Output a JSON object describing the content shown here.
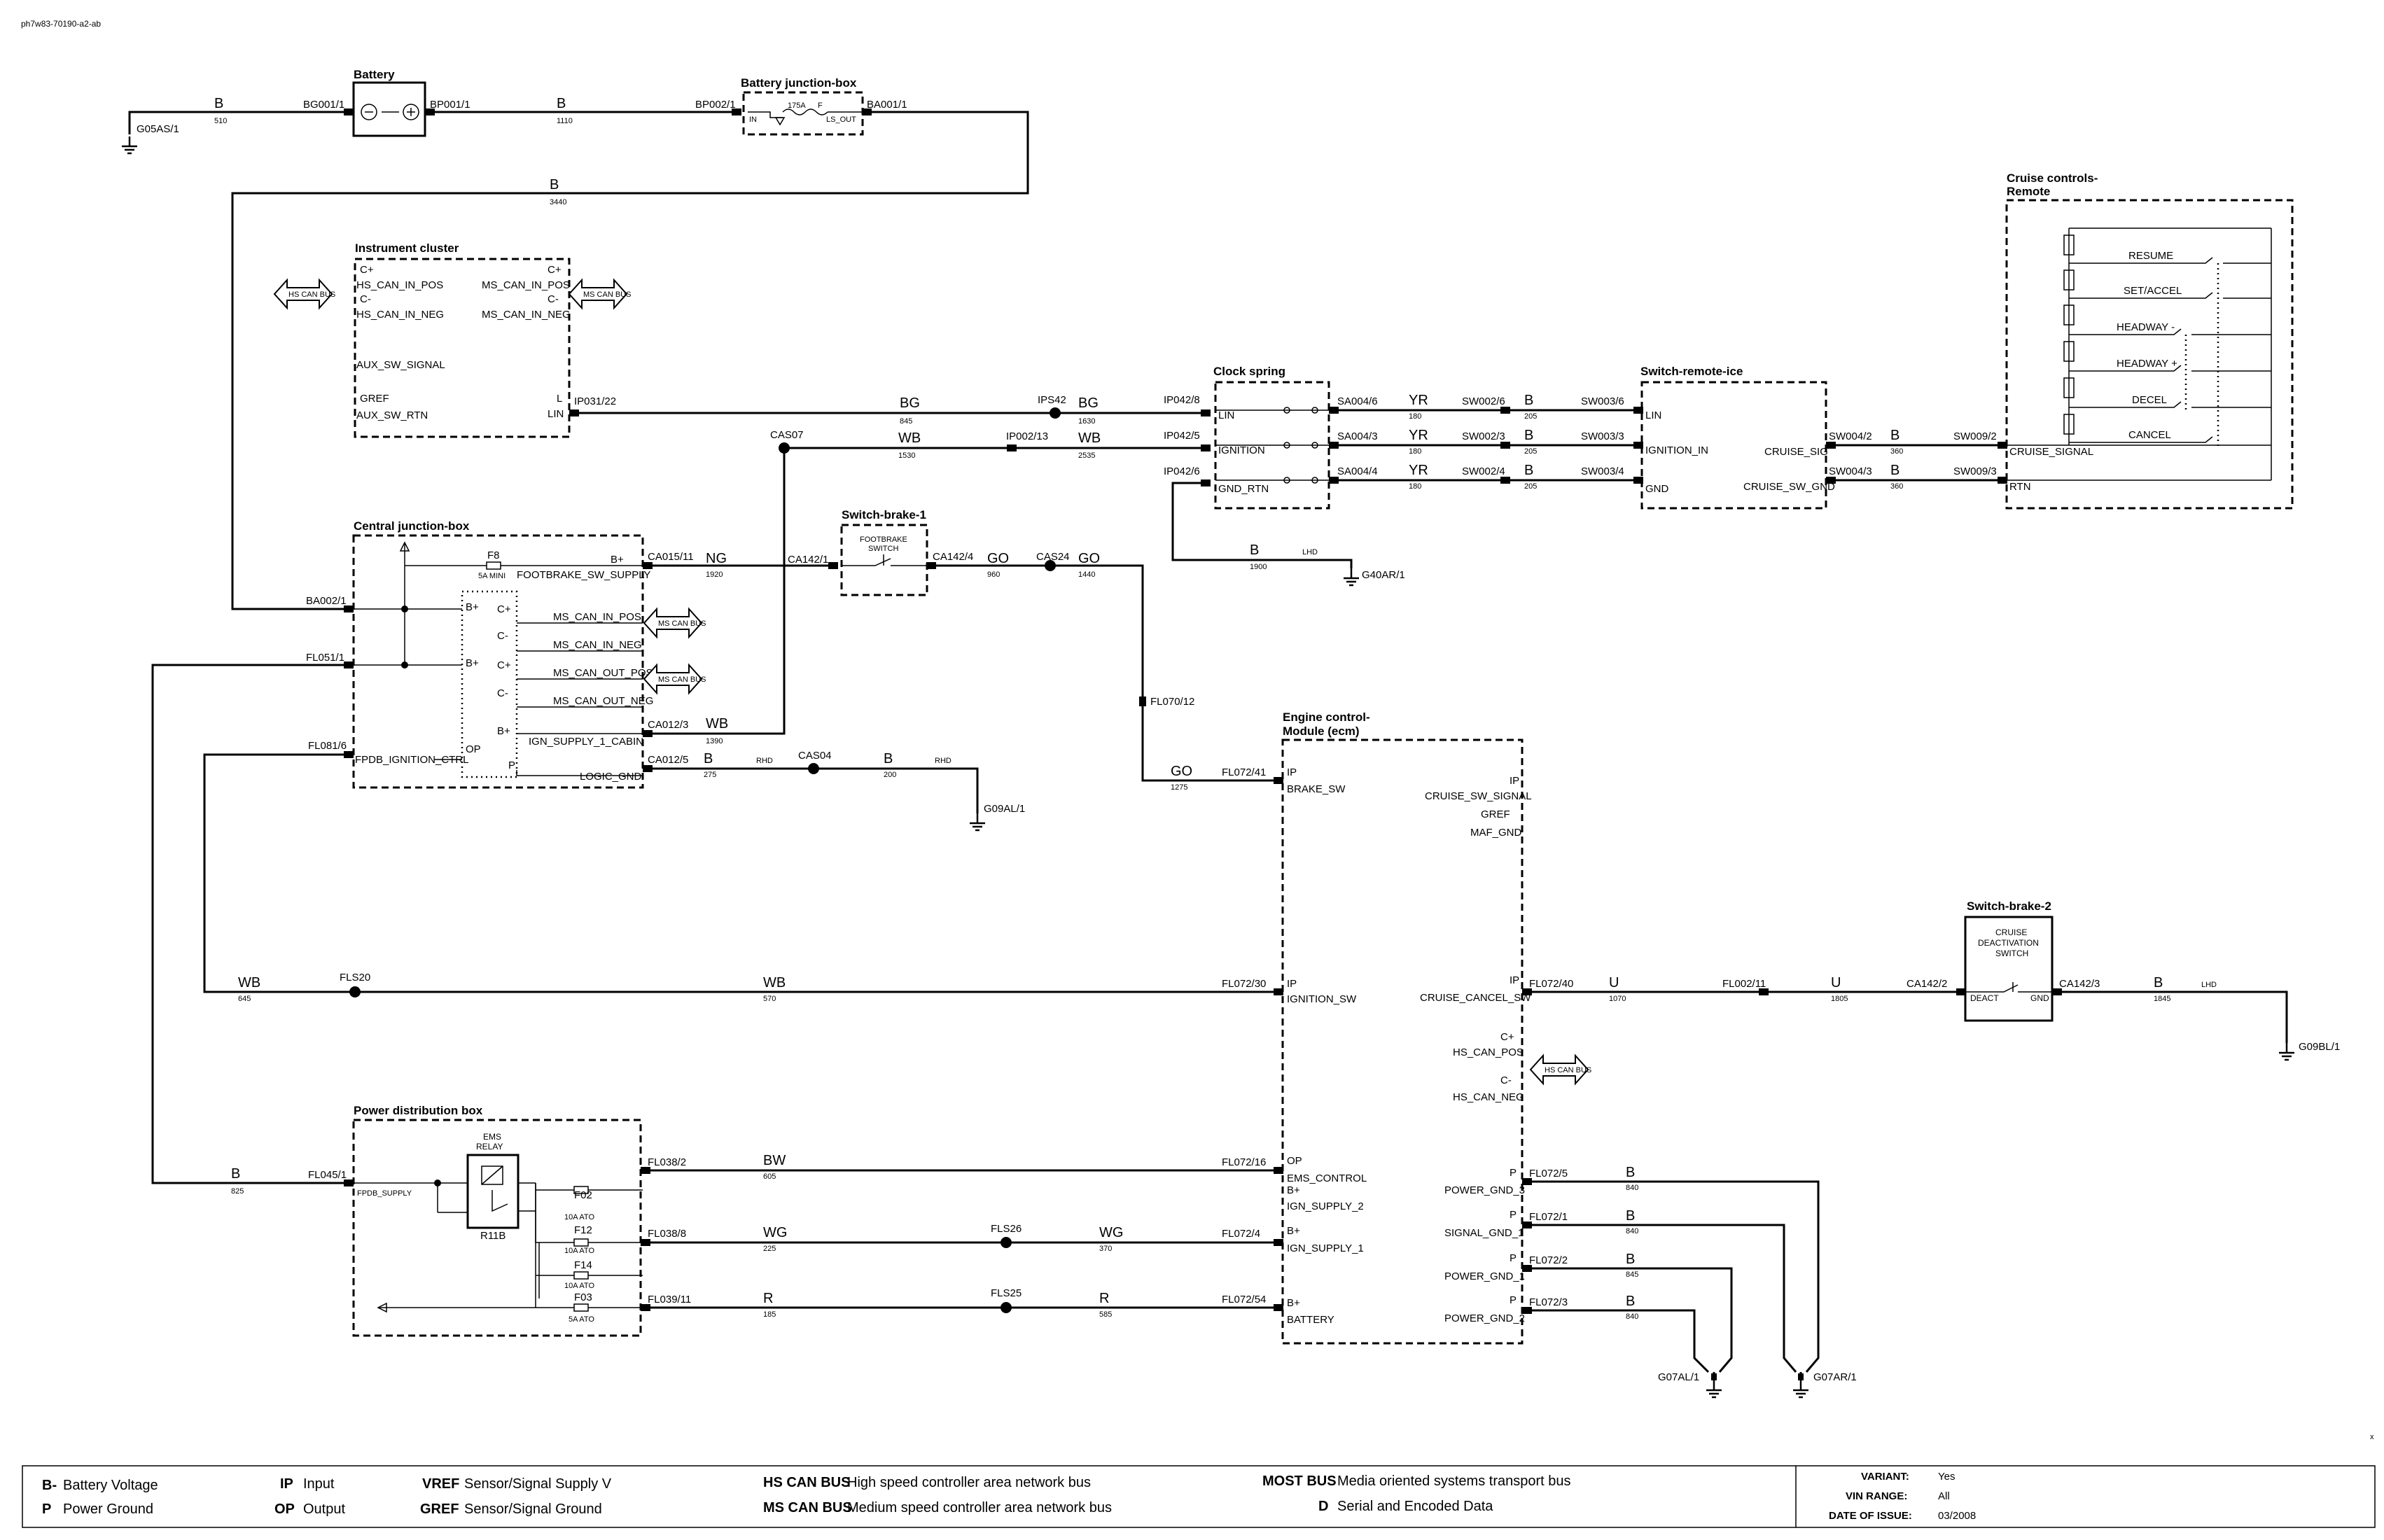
{
  "doc_id": "ph7w83-70190-a2-ab",
  "components": {
    "battery": "Battery",
    "battery_jbox": "Battery junction-box",
    "instrument_cluster": "Instrument cluster",
    "clock_spring": "Clock spring",
    "switch_remote_ice": "Switch-remote-ice",
    "cruise_remote": [
      "Cruise controls-",
      "Remote"
    ],
    "central_jbox": "Central junction-box",
    "switch_brake_1": "Switch-brake-1",
    "footbrake_switch": [
      "FOOTBRAKE",
      "SWITCH"
    ],
    "ecm": [
      "Engine control-",
      "Module (ecm)"
    ],
    "switch_brake_2": "Switch-brake-2",
    "cruise_deact_switch": [
      "CRUISE",
      "DEACTIVATION",
      "SWITCH"
    ],
    "power_dist_box": "Power distribution box",
    "ems_relay": [
      "EMS",
      "RELAY"
    ],
    "relay_id": "R11B"
  },
  "bus_arrows": {
    "hs": "HS CAN BUS",
    "ms": "MS CAN BUS"
  },
  "fuses": {
    "f8": "F8",
    "f8_rating": "5A MINI",
    "fusible_175": "175A",
    "fusible_f": "F",
    "fusible_in": "IN",
    "fusible_out": "LS_OUT",
    "f02": "F02",
    "f12": "F12",
    "f14": "F14",
    "f03": "F03",
    "r10a": "10A ATO",
    "r5a": "5A ATO"
  },
  "connectors": {
    "bg001_1": "BG001/1",
    "bp001_1": "BP001/1",
    "bp002_1": "BP002/1",
    "ba001_1": "BA001/1",
    "g05as_1": "G05AS/1",
    "ip031_22": "IP031/22",
    "ips42": "IPS42",
    "ip042_8": "IP042/8",
    "ip002_13": "IP002/13",
    "ip042_5": "IP042/5",
    "ip042_6": "IP042/6",
    "cas07": "CAS07",
    "sa004_6": "SA004/6",
    "sa004_3": "SA004/3",
    "sa004_4": "SA004/4",
    "sw002_6": "SW002/6",
    "sw002_3": "SW002/3",
    "sw002_4": "SW002/4",
    "sw003_6": "SW003/6",
    "sw003_3": "SW003/3",
    "sw003_4": "SW003/4",
    "sw004_2": "SW004/2",
    "sw004_3": "SW004/3",
    "sw009_2": "SW009/2",
    "sw009_3": "SW009/3",
    "g40ar_1": "G40AR/1",
    "ba002_1": "BA002/1",
    "fl051_1": "FL051/1",
    "fl081_6": "FL081/6",
    "ca015_11": "CA015/11",
    "ca142_1": "CA142/1",
    "ca142_4": "CA142/4",
    "cas24": "CAS24",
    "ca012_3": "CA012/3",
    "ca012_5": "CA012/5",
    "cas04": "CAS04",
    "g09al_1": "G09AL/1",
    "fl070_12": "FL070/12",
    "fl072_41": "FL072/41",
    "fls20": "FLS20",
    "fl072_30": "FL072/30",
    "fl072_40": "FL072/40",
    "fl002_11": "FL002/11",
    "ca142_2": "CA142/2",
    "ca142_3": "CA142/3",
    "g09bl_1": "G09BL/1",
    "fl045_1": "FL045/1",
    "fl038_2": "FL038/2",
    "fl038_8": "FL038/8",
    "fl039_11": "FL039/11",
    "fls26": "FLS26",
    "fls25": "FLS25",
    "fl072_16": "FL072/16",
    "fl072_4": "FL072/4",
    "fl072_54": "FL072/54",
    "fl072_5": "FL072/5",
    "fl072_1": "FL072/1",
    "fl072_2": "FL072/2",
    "fl072_3": "FL072/3",
    "g07al_1": "G07AL/1",
    "g07ar_1": "G07AR/1"
  },
  "wire_colors": {
    "b": "B",
    "bg": "BG",
    "wb": "WB",
    "yr": "YR",
    "ng": "NG",
    "go": "GO",
    "u": "U",
    "bw": "BW",
    "wg": "WG",
    "r": "R"
  },
  "circuits": {
    "c510": "510",
    "c1110": "1110",
    "c3440": "3440",
    "c845": "845",
    "c1630": "1630",
    "c1530": "1530",
    "c2535": "2535",
    "c180": "180",
    "c205": "205",
    "c360": "360",
    "c1900": "1900",
    "c1920": "1920",
    "c960": "960",
    "c1440": "1440",
    "c1390": "1390",
    "c275": "275",
    "c200": "200",
    "c1275": "1275",
    "c645": "645",
    "c570": "570",
    "c1070": "1070",
    "c1805": "1805",
    "c1845": "1845",
    "c825": "825",
    "c605": "605",
    "c225": "225",
    "c370": "370",
    "c185": "185",
    "c585": "585",
    "c840": "840"
  },
  "markets": {
    "lhd": "LHD",
    "rhd": "RHD"
  },
  "pins": {
    "c_plus": "C+",
    "c_minus": "C-",
    "b_plus": "B+",
    "op": "OP",
    "ip": "IP",
    "p": "P",
    "l": "L",
    "hs_can_in_pos": "HS_CAN_IN_POS",
    "hs_can_in_neg": "HS_CAN_IN_NEG",
    "ms_can_in_pos": "MS_CAN_IN_POS",
    "ms_can_in_neg": "MS_CAN_IN_NEG",
    "ms_can_out_pos": "MS_CAN_OUT_POS",
    "ms_can_out_neg": "MS_CAN_OUT_NEG",
    "aux_sw_signal": "AUX_SW_SIGNAL",
    "gref": "GREF",
    "aux_sw_rtn": "AUX_SW_RTN",
    "lin": "LIN",
    "ignition": "IGNITION",
    "gnd_rtn": "GND_RTN",
    "ignition_in": "IGNITION_IN",
    "gnd": "GND",
    "cruise_sig": "CRUISE_SIG",
    "cruise_sw_gnd": "CRUISE_SW_GND",
    "cruise_signal": "CRUISE_SIGNAL",
    "rtn": "RTN",
    "resume": "RESUME",
    "set_accel": "SET/ACCEL",
    "headway_minus": "HEADWAY -",
    "headway_plus": "HEADWAY +",
    "decel": "DECEL",
    "cancel": "CANCEL",
    "footbrake_sw_supply": "FOOTBRAKE_SW_SUPPLY",
    "ign_supply_1_cabin": "IGN_SUPPLY_1_CABIN",
    "logic_gnd": "LOGIC_GND",
    "fpdb_ignition_ctrl": "FPDB_IGNITION_CTRL",
    "brake_sw": "BRAKE_SW",
    "cruise_sw_signal": "CRUISE_SW_SIGNAL",
    "maf_gnd": "MAF_GND",
    "ignition_sw": "IGNITION_SW",
    "cruise_cancel_sw": "CRUISE_CANCEL_SW",
    "hs_can_pos": "HS_CAN_POS",
    "hs_can_neg": "HS_CAN_NEG",
    "ems_control": "EMS_CONTROL",
    "ign_supply_2": "IGN_SUPPLY_2",
    "ign_supply_1": "IGN_SUPPLY_1",
    "battery": "BATTERY",
    "power_gnd_3": "POWER_GND_3",
    "signal_gnd_1": "SIGNAL_GND_1",
    "power_gnd_1": "POWER_GND_1",
    "power_gnd_2": "POWER_GND_2",
    "deact": "DEACT",
    "fpdb_supply": "FPDB_SUPPLY"
  },
  "legend": {
    "b_minus": "B-",
    "battery_voltage": "Battery Voltage",
    "p": "P",
    "power_ground": "Power Ground",
    "ip": "IP",
    "input": "Input",
    "op": "OP",
    "output": "Output",
    "vref": "VREF",
    "sensor_signal_supply": "Sensor/Signal Supply V",
    "gref": "GREF",
    "sensor_signal_ground": "Sensor/Signal Ground",
    "hs_can_bus": "HS CAN BUS",
    "hs_desc": "High speed controller area network bus",
    "ms_can_bus": "MS CAN BUS",
    "ms_desc": "Medium speed controller area network bus",
    "most_bus": "MOST BUS",
    "most_desc": "Media oriented systems transport bus",
    "d": "D",
    "d_desc": "Serial and Encoded Data",
    "variant_label": "VARIANT:",
    "variant_value": "Yes",
    "vin_label": "VIN RANGE:",
    "vin_value": "All",
    "date_label": "DATE OF ISSUE:",
    "date_value": "03/2008"
  },
  "page_mark": "x"
}
